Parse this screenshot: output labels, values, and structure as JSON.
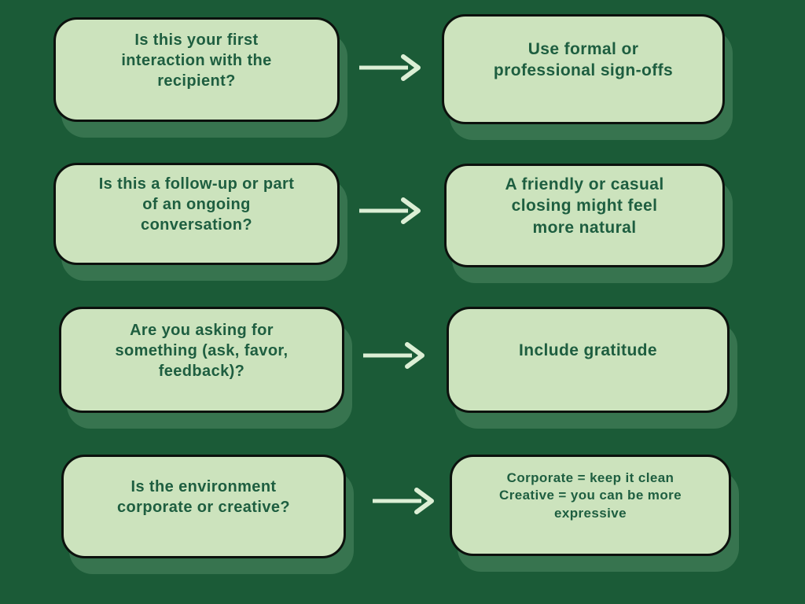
{
  "colors": {
    "bg": "#1b5b37",
    "boxfill": "#cce3bd",
    "boxborder": "#0c110d",
    "shadow": "#37744f",
    "text": "#1e5e40",
    "arrow": "#dcefd5"
  },
  "rows": [
    {
      "question": "Is this your first interaction with the recipient?",
      "question_lines": [
        "Is this your first",
        "interaction with the",
        "recipient?"
      ],
      "answer": "Use formal or professional sign-offs",
      "answer_lines": [
        "Use formal or",
        "professional sign-offs"
      ]
    },
    {
      "question": "Is this a follow-up or part of an ongoing conversation?",
      "question_lines": [
        "Is this a follow-up or part",
        "of an ongoing",
        "conversation?"
      ],
      "answer": "A friendly or casual closing might feel more natural",
      "answer_lines": [
        "A friendly or casual",
        "closing might feel",
        "more natural"
      ]
    },
    {
      "question": "Are you asking for something (ask, favor, feedback)?",
      "question_lines": [
        "Are you asking for",
        "something (ask, favor,",
        "feedback)?"
      ],
      "answer": "Include gratitude",
      "answer_lines": [
        "Include gratitude"
      ]
    },
    {
      "question": "Is the environment corporate or creative?",
      "question_lines": [
        "Is the environment",
        "corporate or creative?"
      ],
      "answer": "Corporate = keep it clean Creative = you can be more expressive",
      "answer_lines": [
        "Corporate = keep it clean",
        "Creative = you can be more",
        "expressive"
      ]
    }
  ]
}
